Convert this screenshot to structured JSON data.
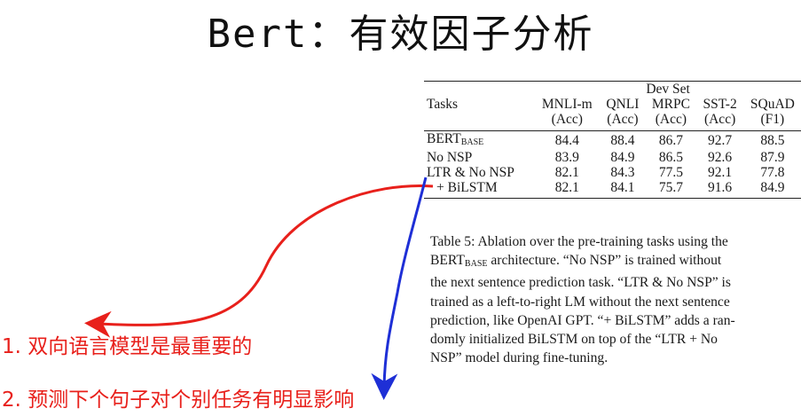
{
  "title": "Bert：有效因子分析",
  "table": {
    "group_header": "Dev Set",
    "tasks_header": "Tasks",
    "columns": [
      {
        "name": "MNLI-m",
        "metric": "(Acc)"
      },
      {
        "name": "QNLI",
        "metric": "(Acc)"
      },
      {
        "name": "MRPC",
        "metric": "(Acc)"
      },
      {
        "name": "SST-2",
        "metric": "(Acc)"
      },
      {
        "name": "SQuAD",
        "metric": "(F1)"
      }
    ],
    "rows": [
      {
        "task": "BERT",
        "task_sub": "BASE",
        "values": [
          "84.4",
          "88.4",
          "86.7",
          "92.7",
          "88.5"
        ]
      },
      {
        "task": "No NSP",
        "task_sub": "",
        "values": [
          "83.9",
          "84.9",
          "86.5",
          "92.6",
          "87.9"
        ]
      },
      {
        "task": "LTR & No NSP",
        "task_sub": "",
        "values": [
          "82.1",
          "84.3",
          "77.5",
          "92.1",
          "77.8"
        ]
      },
      {
        "task": "+ BiLSTM",
        "task_sub": "",
        "values": [
          "82.1",
          "84.1",
          "75.7",
          "91.6",
          "84.9"
        ]
      }
    ]
  },
  "caption_lines": [
    "Table 5: Ablation over the pre-training tasks using the",
    "BERT_BASE architecture. “No NSP” is trained without",
    "the next sentence prediction task. “LTR & No NSP” is",
    "trained as a left-to-right LM without the next sentence",
    "prediction, like OpenAI GPT. “+ BiLSTM” adds a ran-",
    "domly initialized BiLSTM on top of the “LTR + No",
    "NSP” model during fine-tuning."
  ],
  "caption_line2": {
    "prefix": "BERT",
    "sub": "BASE",
    "rest": " architecture. “No NSP” is trained without"
  },
  "notes": [
    "1. 双向语言模型是最重要的",
    "2. 预测下个句子对个别任务有明显影响"
  ],
  "colors": {
    "red_annotation": "#e8201b",
    "blue_annotation": "#1e2fd6"
  }
}
